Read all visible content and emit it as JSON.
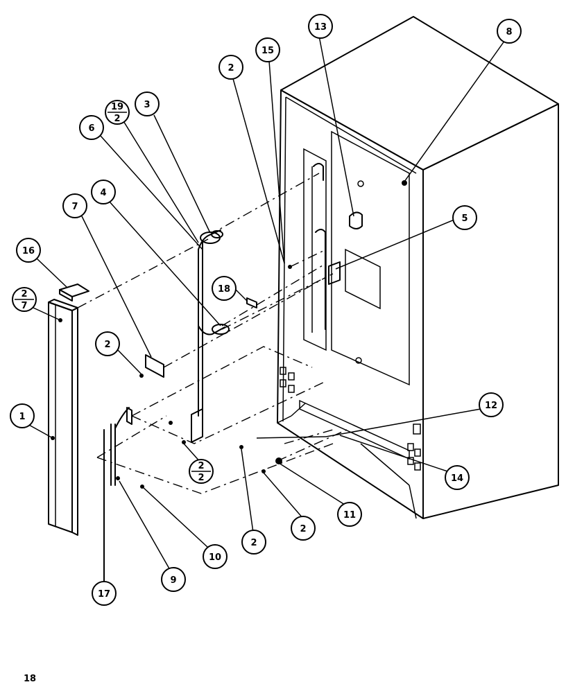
{
  "page": {
    "number": "18"
  },
  "callouts": {
    "c1": "1",
    "c2a": "2",
    "c2b": "2",
    "c2c": "2",
    "c2d": "2",
    "c3": "3",
    "c4": "4",
    "c5": "5",
    "c6": "6",
    "c7": "7",
    "c8": "8",
    "c9": "9",
    "c10": "10",
    "c11": "11",
    "c12": "12",
    "c13": "13",
    "c14": "14",
    "c15": "15",
    "c16": "16",
    "c17": "17",
    "c18": "18",
    "f19_2_top": "19",
    "f19_2_bottom": "2",
    "f2_7_top": "2",
    "f2_7_bottom": "7",
    "f2_2_top": "2",
    "f2_2_bottom": "2"
  }
}
